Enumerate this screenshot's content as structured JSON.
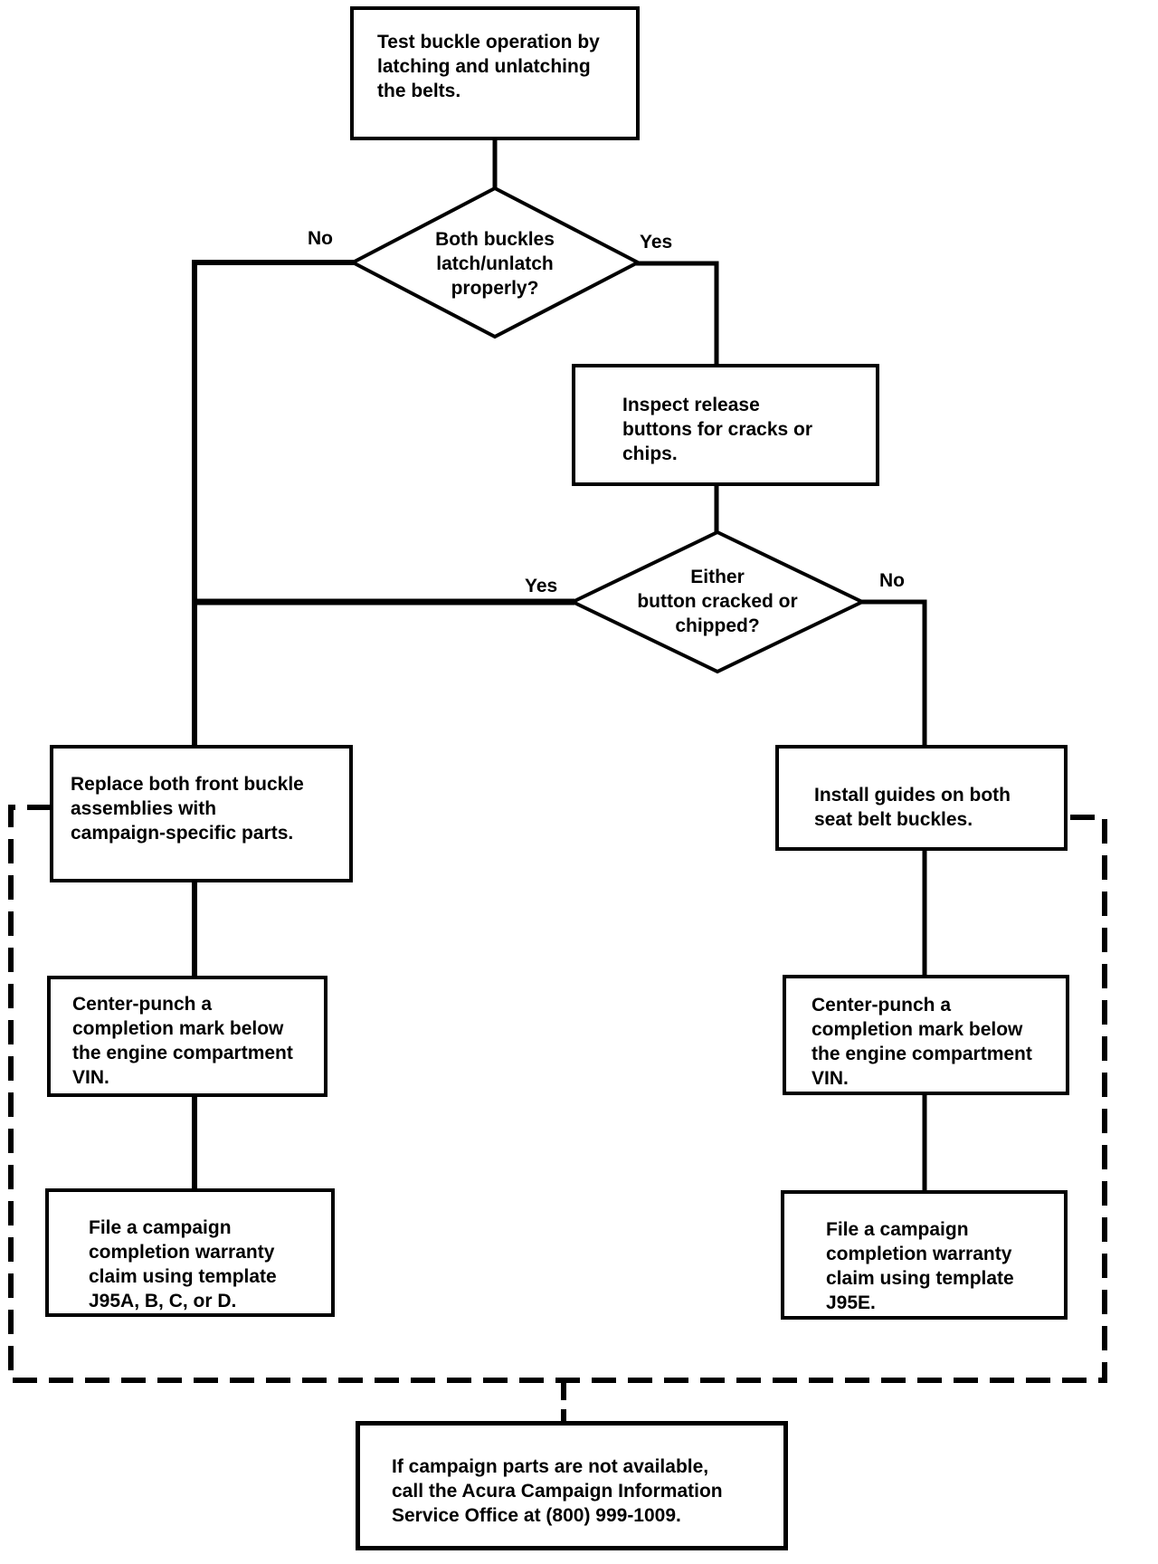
{
  "colors": {
    "ink": "#000000",
    "paper": "#ffffff"
  },
  "flowchart": {
    "nodes": {
      "test_buckle": {
        "lines": [
          "Test buckle operation by",
          "latching and unlatching",
          "the belts."
        ]
      },
      "both_buckles_decision": {
        "lines": [
          "Both buckles",
          "latch/unlatch",
          "properly?"
        ]
      },
      "inspect_release": {
        "lines": [
          "Inspect release",
          "buttons for cracks or",
          "chips."
        ]
      },
      "either_button_decision": {
        "lines": [
          "Either",
          "button cracked or",
          "chipped?"
        ]
      },
      "replace_assemblies": {
        "lines": [
          "Replace both front buckle",
          "assemblies with",
          "campaign-specific parts."
        ]
      },
      "install_guides": {
        "lines": [
          "Install guides on both",
          "seat belt buckles."
        ]
      },
      "center_punch_left": {
        "lines": [
          "Center-punch a",
          "completion mark below",
          "the engine compartment",
          "VIN."
        ]
      },
      "center_punch_right": {
        "lines": [
          "Center-punch a",
          "completion mark below",
          "the engine compartment",
          "VIN."
        ]
      },
      "file_claim_left": {
        "lines": [
          "File a campaign",
          "completion warranty",
          "claim using template",
          "J95A, B, C, or D."
        ]
      },
      "file_claim_right": {
        "lines": [
          "File a campaign",
          "completion warranty",
          "claim using template",
          "J95E."
        ]
      },
      "parts_unavailable": {
        "lines": [
          "If campaign parts are not available,",
          "call the Acura Campaign Information",
          "Service Office at (800) 999-1009."
        ]
      }
    },
    "edge_labels": {
      "both_buckles_no": "No",
      "both_buckles_yes": "Yes",
      "either_button_yes": "Yes",
      "either_button_no": "No"
    }
  }
}
